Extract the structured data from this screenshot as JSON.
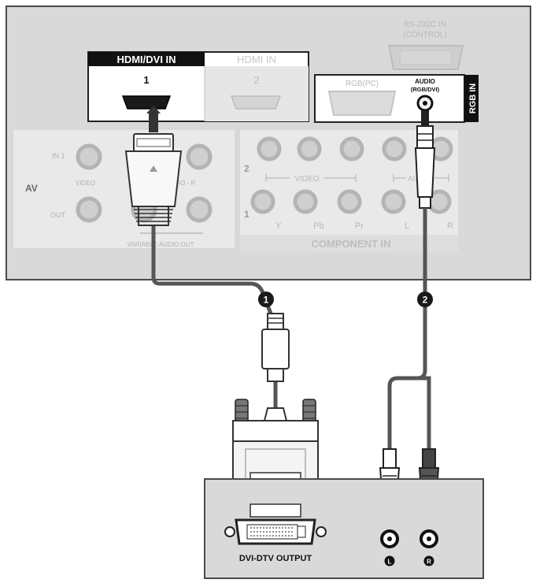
{
  "tv_panel": {
    "rs232c_line1": "RS-232C IN",
    "rs232c_line2": "(CONTROL)",
    "hdmi_dvi_in_label": "HDMI/DVI IN",
    "hdmi_in_label": "HDMI IN",
    "hdmi_port1_number": "1",
    "hdmi_port2_number": "2",
    "rgb_pc_label": "RGB(PC)",
    "audio_label_line1": "AUDIO",
    "audio_label_line2": "(RGB/DVI)",
    "rgb_in_label": "RGB IN",
    "av_label": "AV",
    "av_in1_label": "IN 1",
    "av_out_label": "OUT",
    "av_video_label": "VIDEO",
    "av_audio_label": "AUDIO - R",
    "av_variable_audio_out": "VARIABLE AUDIO OUT",
    "component_row2": "2",
    "component_row1": "1",
    "component_video_label": "VIDEO",
    "component_audio_label": "AUDIO",
    "component_y": "Y",
    "component_pb": "Pb",
    "component_pr": "Pr",
    "component_l": "L",
    "component_r": "R",
    "component_in_label": "COMPONENT IN"
  },
  "cables": {
    "step1_marker": "1",
    "step2_marker": "2"
  },
  "source_device": {
    "dvi_dtv_output_label": "DVI-DTV OUTPUT",
    "left_jack_marker": "L",
    "right_jack_marker": "R"
  },
  "colors": {
    "panel_fill": "#d9d9d9",
    "panel_stroke": "#4a4a4a",
    "light_text": "#b8b8b8",
    "cable": "#555555",
    "dark": "#1a1a1a"
  }
}
